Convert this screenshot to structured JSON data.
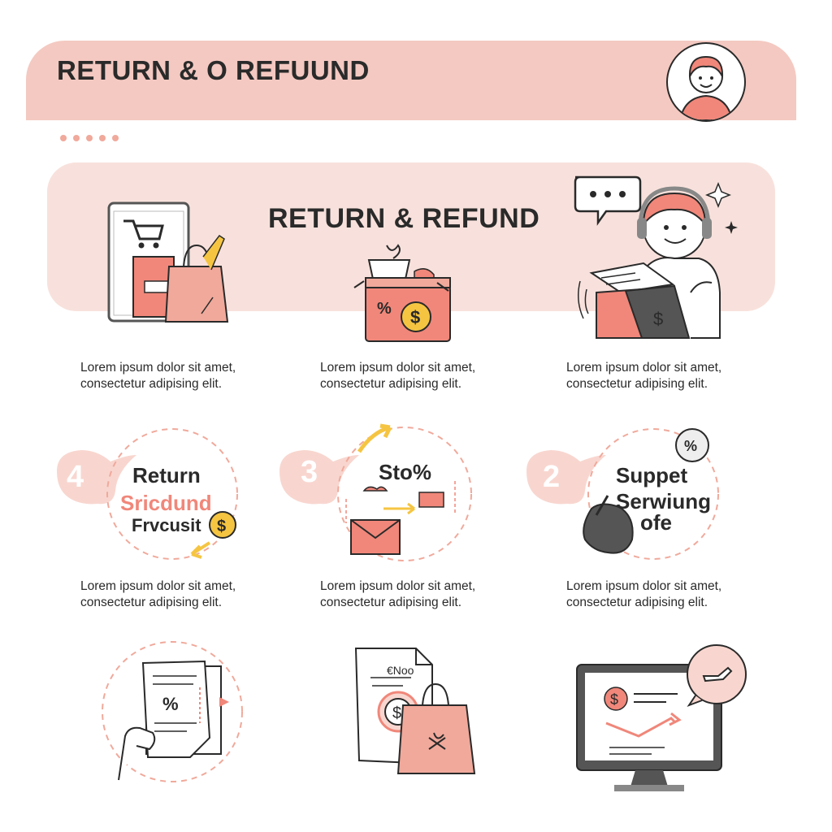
{
  "header": {
    "title": "RETURN & O REFUUND"
  },
  "panel": {
    "title": "RETURN & REFUND"
  },
  "descriptions": {
    "line1": "Lorem ipsum dolor sit amet,",
    "line2": "consectetur adipising elit."
  },
  "steps": [
    {
      "number": "4",
      "label1": "Return",
      "label2": "Sricdund",
      "label3": "Frvcusit"
    },
    {
      "number": "3",
      "label1": "Sto%"
    },
    {
      "number": "2",
      "label1": "Suppet",
      "label2": "Serwiung",
      "label3": "ofe"
    }
  ],
  "icons": {
    "percent": "%",
    "dollar": "$"
  },
  "receipt": {
    "text": "€Noo"
  },
  "colors": {
    "accent": "#f0877a",
    "panel": "#f8e1dc",
    "header": "#f4c9c1",
    "gold": "#f5c542",
    "ink": "#2a2a2a"
  }
}
